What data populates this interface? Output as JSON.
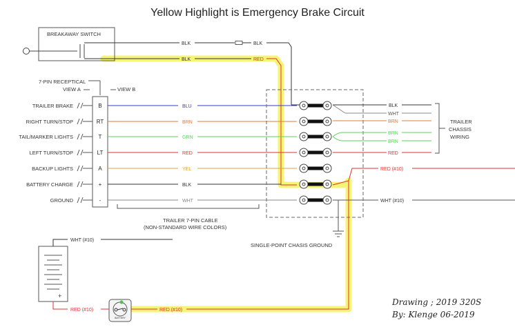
{
  "title": "Yellow Highlight is Emergency Brake Circuit",
  "breakaway_switch": "BREAKAWAY SWITCH",
  "receptacle": {
    "label": "7-PIN RECEPTICAL",
    "view_a": "VIEW A",
    "view_b": "VIEW B"
  },
  "circuits": [
    {
      "name": "TRAILER BRAKE",
      "pin": "B",
      "wire": "BLU",
      "color": "#3a3adf"
    },
    {
      "name": "RIGHT TURN/STOP",
      "pin": "RT",
      "wire": "BRN",
      "color": "#e07b3a"
    },
    {
      "name": "TAIL/MARKER LIGHTS",
      "pin": "T",
      "wire": "GRN",
      "color": "#5ad65a"
    },
    {
      "name": "LEFT TURN/STOP",
      "pin": "LT",
      "wire": "RED",
      "color": "#e03030"
    },
    {
      "name": "BACKUP LIGHTS",
      "pin": "A",
      "wire": "YEL",
      "color": "#e0a23a"
    },
    {
      "name": "BATTERY CHARGE",
      "pin": "+",
      "wire": "BLK",
      "color": "#333333"
    },
    {
      "name": "GROUND",
      "pin": "-",
      "wire": "WHT",
      "color": "#888888"
    }
  ],
  "top_wires": {
    "blk1": "BLK",
    "blk2": "BLK",
    "blk3": "BLK",
    "red": "RED"
  },
  "right_wires": {
    "blk": "BLK",
    "wht": "WHT",
    "brn1": "BRN",
    "brn2": "BRN",
    "brn3": "BRN",
    "red": "RED",
    "red10": "RED (#10)",
    "wht10": "WHT (#10)"
  },
  "trailer_chassis": [
    "TRAILER",
    "CHASSIS",
    "WIRING"
  ],
  "cable": [
    "TRAILER 7-PIN CABLE",
    "(NON-STANDARD WIRE COLORS)"
  ],
  "chassis_ground": "SINGLE-POINT CHASIS GROUND",
  "battery": {
    "wht10": "WHT (#10)",
    "red10a": "RED (#10)",
    "red10b": "RED (#10)",
    "plus": "+",
    "breaker": "BATTERY"
  },
  "signature": [
    "Drawing ;  2019 320S",
    "By:    Klenge 06-2019"
  ],
  "colors": {
    "highlight": "#f7f46a",
    "blk": "#333333",
    "red": "#e03030",
    "brn": "#e07b3a",
    "grn": "#5ad65a",
    "wht": "#888888"
  }
}
